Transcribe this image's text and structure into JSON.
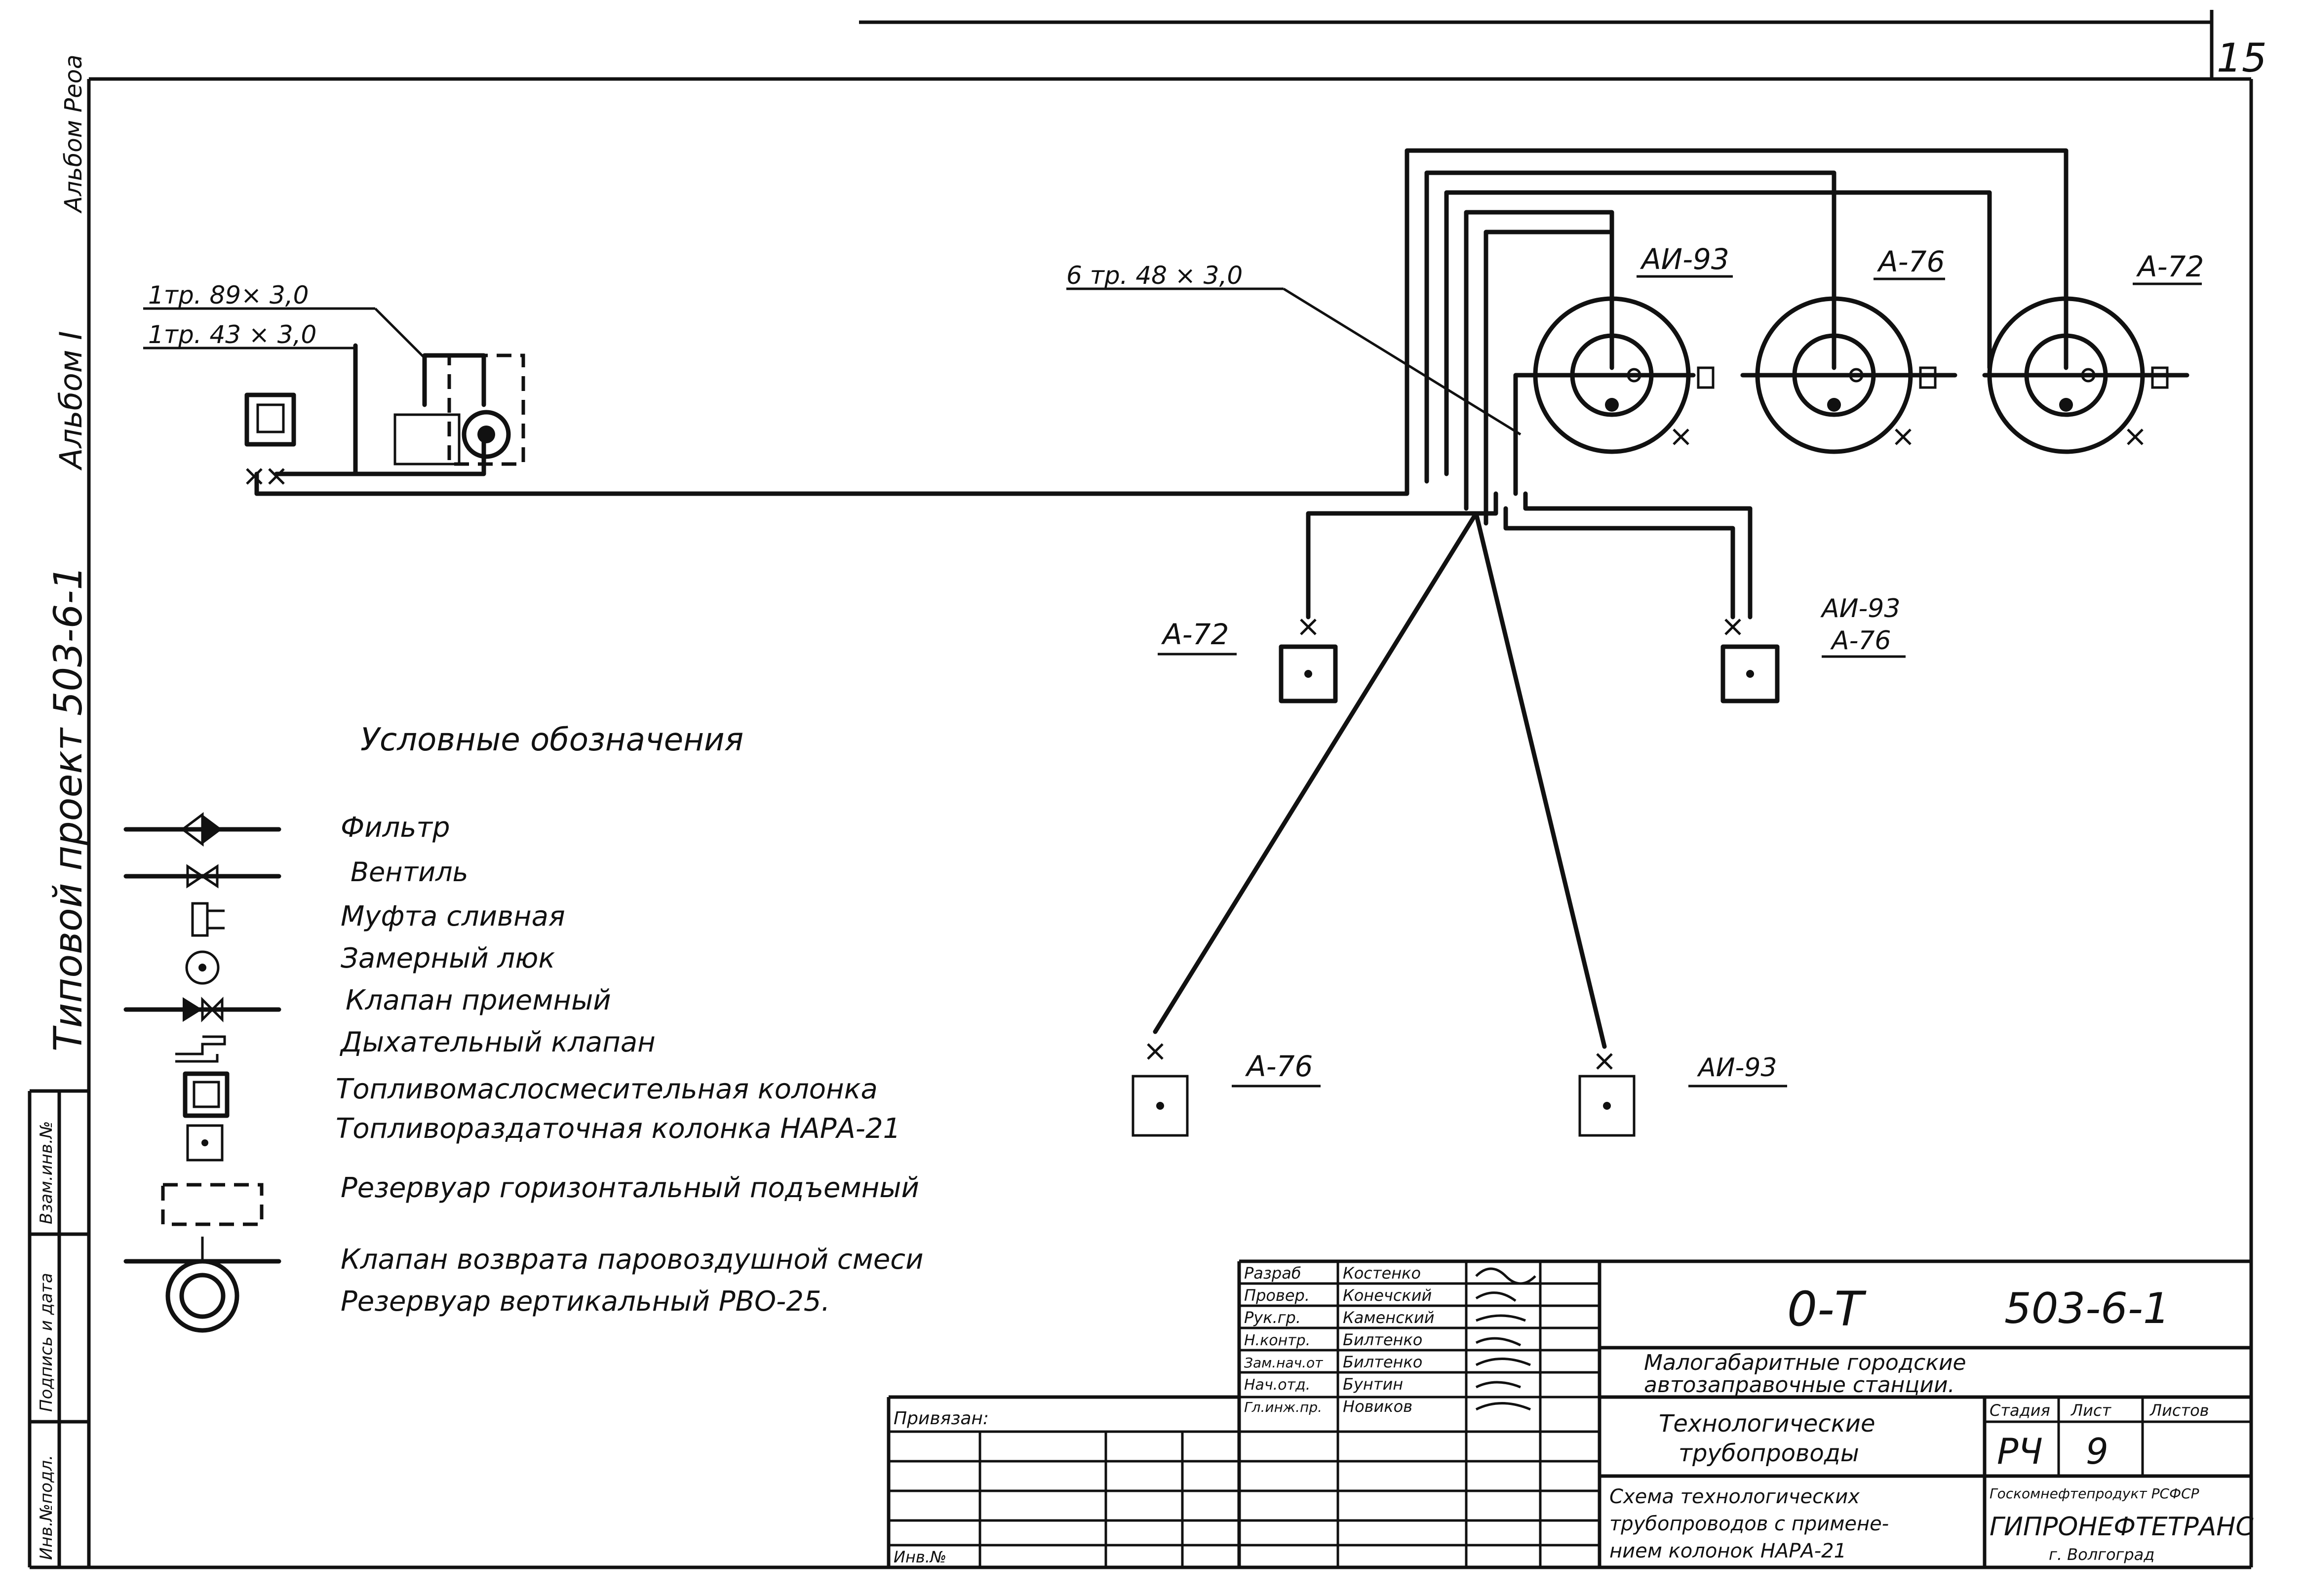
{
  "page_number": "15",
  "left_margin": {
    "album": "Альбом I",
    "project": "Типовой проект 503-6-1",
    "edition": "Альбом Реоа",
    "stamp_labels": [
      "Инв.№подл.",
      "Подпись и дата",
      "Взам.инв.№"
    ]
  },
  "pipe_labels": {
    "top_left_1": "1тр. 89× 3,0",
    "top_left_2": "1тр. 43 × 3,0",
    "center": "6 тр. 48 × 3,0"
  },
  "tank_labels": {
    "ai93": "АИ-93",
    "a76": "А-76",
    "a72": "А-72"
  },
  "dispenser_labels": {
    "a72": "А-72",
    "ai93_a76_line1": "АИ-93",
    "ai93_a76_line2": "А-76",
    "a76": "А-76",
    "ai93": "АИ-93"
  },
  "legend": {
    "title": "Условные обозначения",
    "items": [
      "Фильтр",
      "Вентиль",
      "Муфта сливная",
      "Замерный люк",
      "Клапан приемный",
      "Дыхательный клапан",
      "Топливомаслосмесительная колонка",
      "Топливораздаточная колонка НАРА-21",
      "Резервуар горизонтальный подъемный",
      "Клапан возврата паровоздушной смеси",
      "Резервуар вертикальный РВО-25."
    ]
  },
  "title_block": {
    "roles": [
      "Разраб",
      "Провер.",
      "Рук.гр.",
      "Н.контр.",
      "Зам.нач.от",
      "Нач.отд.",
      "Гл.инж.пр."
    ],
    "names": [
      "Костенко",
      "Конечский",
      "Каменский",
      "Билтенко",
      "Билтенко",
      "Бунтин",
      "Новиков"
    ],
    "privyazan": "Привязан:",
    "inv": "Инв.№",
    "code": "0-Т",
    "number": "503-6-1",
    "object_line1": "Малогабаритные городские",
    "object_line2": "автозаправочные станции.",
    "sheet_title_line1": "Технологические",
    "sheet_title_line2": "трубопроводы",
    "stage_header": "Стадия",
    "sheet_header": "Лист",
    "sheets_header": "Листов",
    "stage": "РЧ",
    "sheet": "9",
    "sheets": "",
    "drawing_line1": "Схема технологических",
    "drawing_line2": "трубопроводов с примене-",
    "drawing_line3": "нием колонок НАРА-21",
    "org_line1": "Госкомнефтепродукт РСФСР",
    "org_name": "ГИПРОНЕФТЕТРАНС",
    "org_city": "г. Волгоград"
  }
}
